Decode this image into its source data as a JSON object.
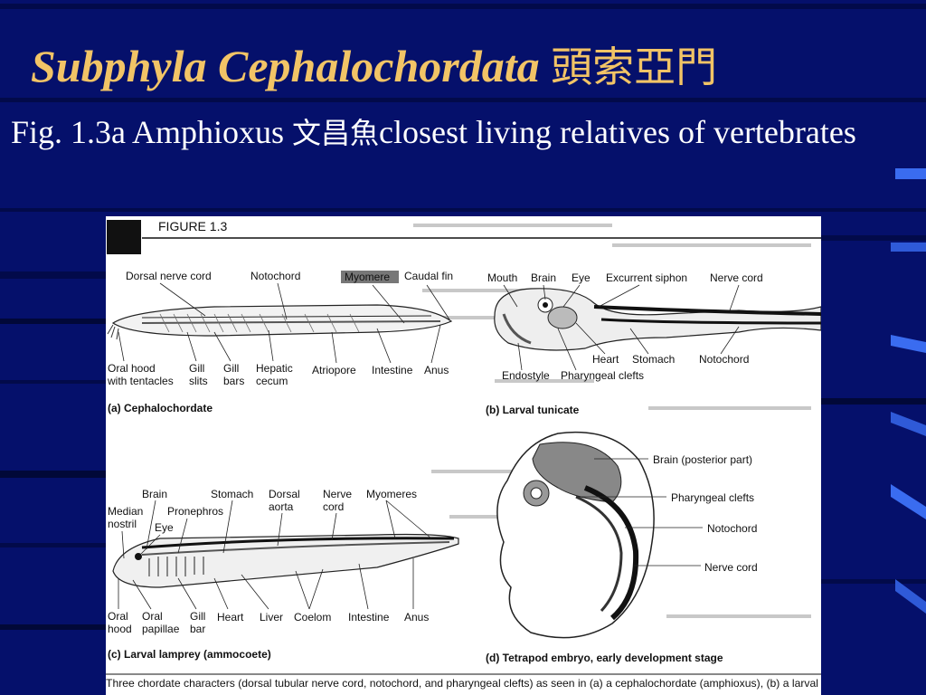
{
  "slide": {
    "title_latin": "Subphyla Cephalochordata",
    "title_cjk": "頭索亞門",
    "subtitle_a": "Fig. 1.3a Amphioxus ",
    "subtitle_cjk": "文昌魚",
    "subtitle_b": "closest living relatives of vertebrates"
  },
  "colors": {
    "background": "#05106b",
    "title": "#f2c466",
    "text": "#ffffff",
    "accent": "#3a6cf0"
  },
  "figure": {
    "heading": "FIGURE 1.3",
    "panel_a": {
      "caption": "(a)  Cephalochordate",
      "top_labels": [
        "Dorsal nerve cord",
        "Notochord",
        "Myomere",
        "Caudal fin"
      ],
      "bottom_labels": {
        "oral_hood_1": "Oral hood",
        "oral_hood_2": "with tentacles",
        "gill_slits_1": "Gill",
        "gill_slits_2": "slits",
        "gill_bars_1": "Gill",
        "gill_bars_2": "bars",
        "hepatic_1": "Hepatic",
        "hepatic_2": "cecum",
        "atriopore": "Atriopore",
        "intestine": "Intestine",
        "anus": "Anus"
      }
    },
    "panel_b": {
      "caption": "(b)  Larval tunicate",
      "labels": {
        "mouth": "Mouth",
        "brain": "Brain",
        "eye": "Eye",
        "excurrent": "Excurrent siphon",
        "nerve_cord": "Nerve cord",
        "heart": "Heart",
        "stomach": "Stomach",
        "notochord": "Notochord",
        "endostyle": "Endostyle",
        "pharyngeal": "Pharyngeal clefts"
      }
    },
    "panel_c": {
      "caption": "(c)  Larval lamprey (ammocoete)",
      "labels": {
        "brain": "Brain",
        "stomach": "Stomach",
        "dorsal_1": "Dorsal",
        "dorsal_2": "aorta",
        "nerve_1": "Nerve",
        "nerve_2": "cord",
        "myomeres": "Myomeres",
        "median_1": "Median",
        "median_2": "nostril",
        "pronephros": "Pronephros",
        "eye": "Eye",
        "oral_1": "Oral",
        "oral_2": "hood",
        "papillae_1": "Oral",
        "papillae_2": "papillae",
        "gill_1": "Gill",
        "gill_2": "bar",
        "heart": "Heart",
        "liver": "Liver",
        "coelom": "Coelom",
        "intestine": "Intestine",
        "anus": "Anus"
      }
    },
    "panel_d": {
      "caption": "(d)  Tetrapod embryo, early development stage",
      "labels": {
        "brain": "Brain (posterior part)",
        "pharyngeal": "Pharyngeal clefts",
        "notochord": "Notochord",
        "nerve_cord": "Nerve cord"
      }
    },
    "footnote": "Three chordate characters (dorsal tubular nerve cord, notochord, and pharyngeal clefts) as seen in (a) a cephalochordate (amphioxus), (b) a larval"
  }
}
